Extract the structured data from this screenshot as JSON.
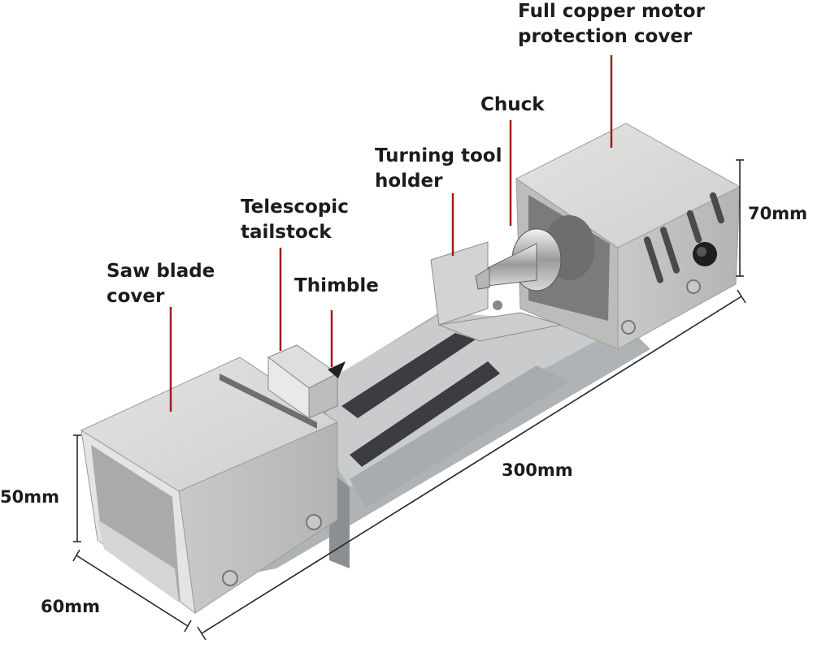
{
  "labels": {
    "motor_cover": [
      "Full copper motor",
      "protection cover"
    ],
    "chuck": "Chuck",
    "tool_holder": [
      "Turning tool",
      "holder"
    ],
    "tailstock": [
      "Telescopic",
      "tailstock"
    ],
    "thimble": "Thimble",
    "saw_cover": [
      "Saw blade",
      "cover"
    ]
  },
  "dimensions": {
    "height_right": "70mm",
    "length": "300mm",
    "height_left": "50mm",
    "width": "60mm"
  },
  "colors": {
    "leader": "#a01d1d",
    "metal": "#d9d9d7",
    "rail": "#b9bcbf",
    "dimension_line": "#2a2a2a"
  }
}
